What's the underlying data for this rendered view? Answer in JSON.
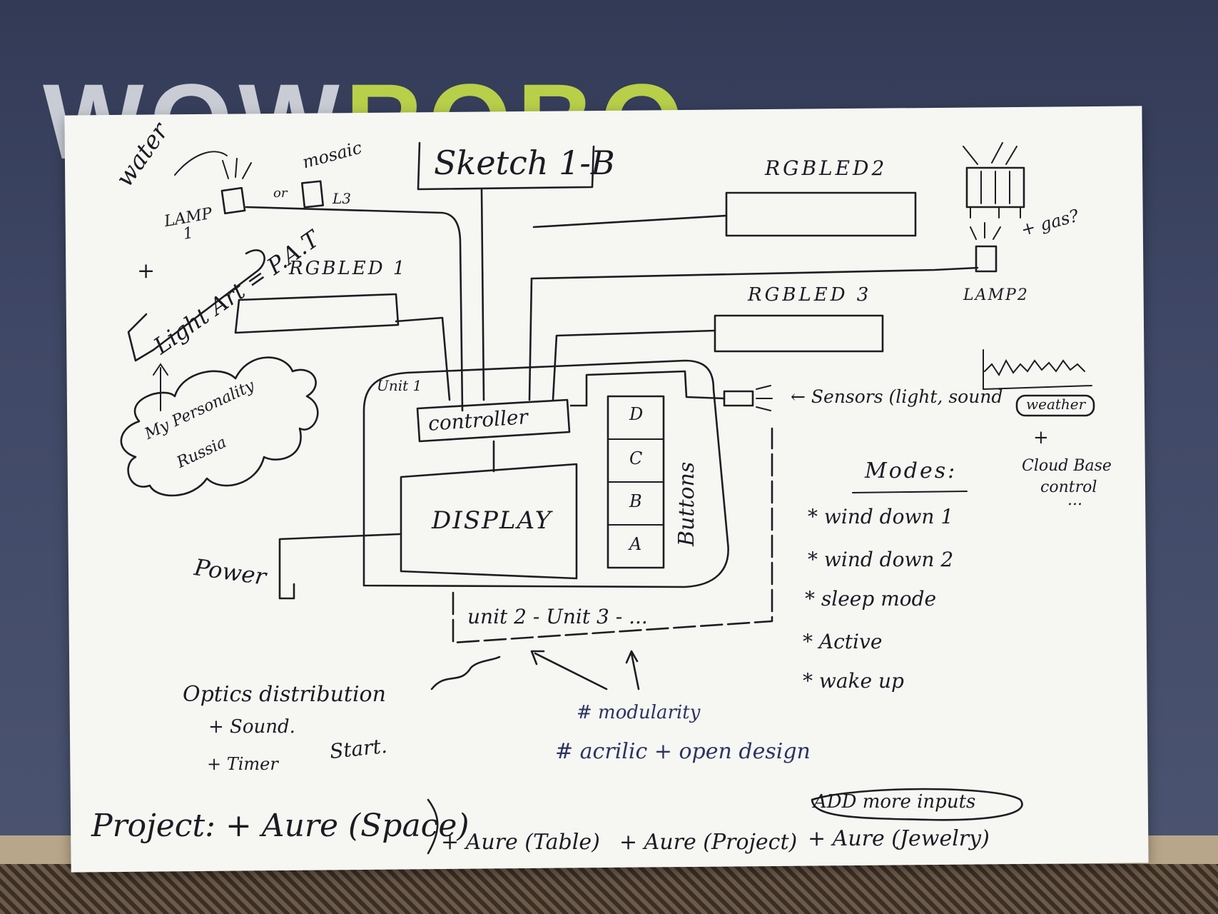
{
  "background": {
    "logo_part1": "WOW",
    "logo_part2": "ROBO",
    "desk_color": "#3d4663",
    "accent_color": "#b8cf4a"
  },
  "sketch": {
    "title": "Sketch 1-B",
    "lamp1": "LAMP 1",
    "water": "water",
    "mosaic": "mosaic",
    "or_word": "or",
    "l3": "L3",
    "plus_left": "+",
    "light_art": "Light Art = P.A.T",
    "rgbled1": "RGBLED 1",
    "rgbled2": "RGBLED2",
    "rgbled3": "RGBLED 3",
    "lamp2": "LAMP2",
    "gas": "+ gas?",
    "personality_line1": "My Personality",
    "personality_line2": "Russia",
    "unit1": "Unit 1",
    "controller": "controller",
    "display": "DISPLAY",
    "buttons": "Buttons",
    "button_keys": [
      "D",
      "C",
      "B",
      "A"
    ],
    "power": "Power",
    "units_row": "unit 2  -  Unit 3 - ...",
    "sensors": "← Sensors (light, sound",
    "weather": "weather",
    "plus_right": "+",
    "cloud_line1": "Cloud Base",
    "cloud_line2": "control",
    "cloud_line3": "...",
    "modes_title": "Modes:",
    "modes": [
      "* wind down 1",
      "* wind down 2",
      "* sleep mode",
      "* Active",
      "* wake up"
    ],
    "optics_line1": "Optics distribution",
    "optics_line2": "+ Sound.",
    "optics_line3": "+ Timer",
    "start": "Start.",
    "modularity": "# modularity",
    "acrylic": "# acrilic + open design",
    "project_line": "Project: + Aure (Space)",
    "aure_table": "+ Aure (Table)",
    "aure_project": "+ Aure (Project)",
    "aure_jewelry": "+ Aure (Jewelry)",
    "add_inputs": "ADD more inputs"
  }
}
